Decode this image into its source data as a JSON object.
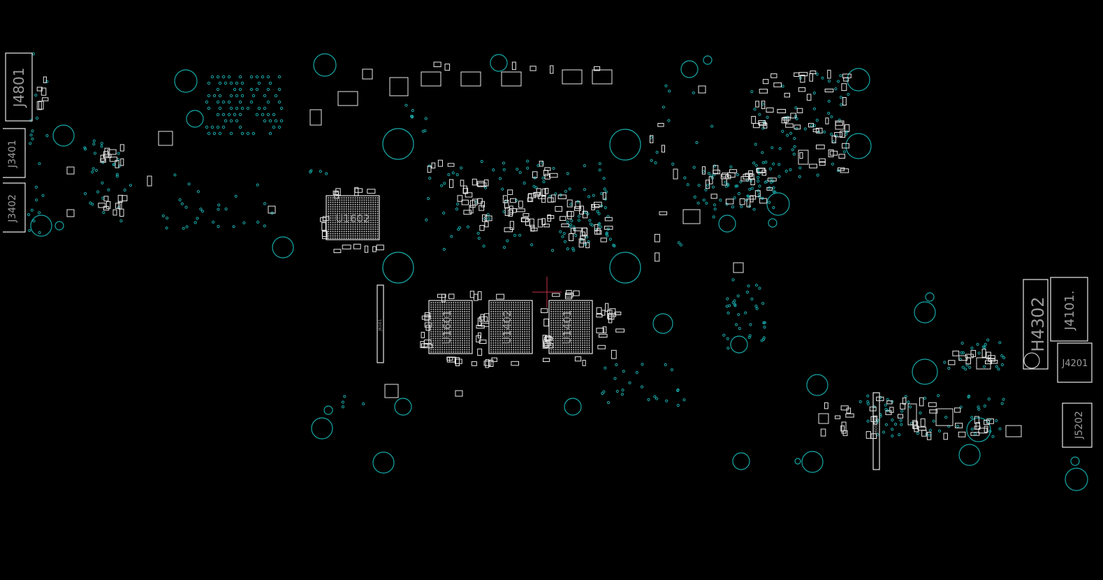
{
  "viewer": {
    "background_color": "#000000",
    "outline_color": "#e8e8e8",
    "via_color": "#17a8a8",
    "cursor_color": "#c0304a",
    "label_color": "#9a9a9a"
  },
  "components": {
    "J4801": "J4801",
    "J3401": "J3401",
    "J3402": "J3402",
    "U1602": "U1602",
    "U1601": "U1601",
    "U1402": "U1402",
    "U1401": "U1401",
    "J6101": "J6101",
    "H4302": "H4302",
    "J4101": "J4101.",
    "J4201": "J4201",
    "J5202": "J5202",
    "J6001": "J6001"
  }
}
